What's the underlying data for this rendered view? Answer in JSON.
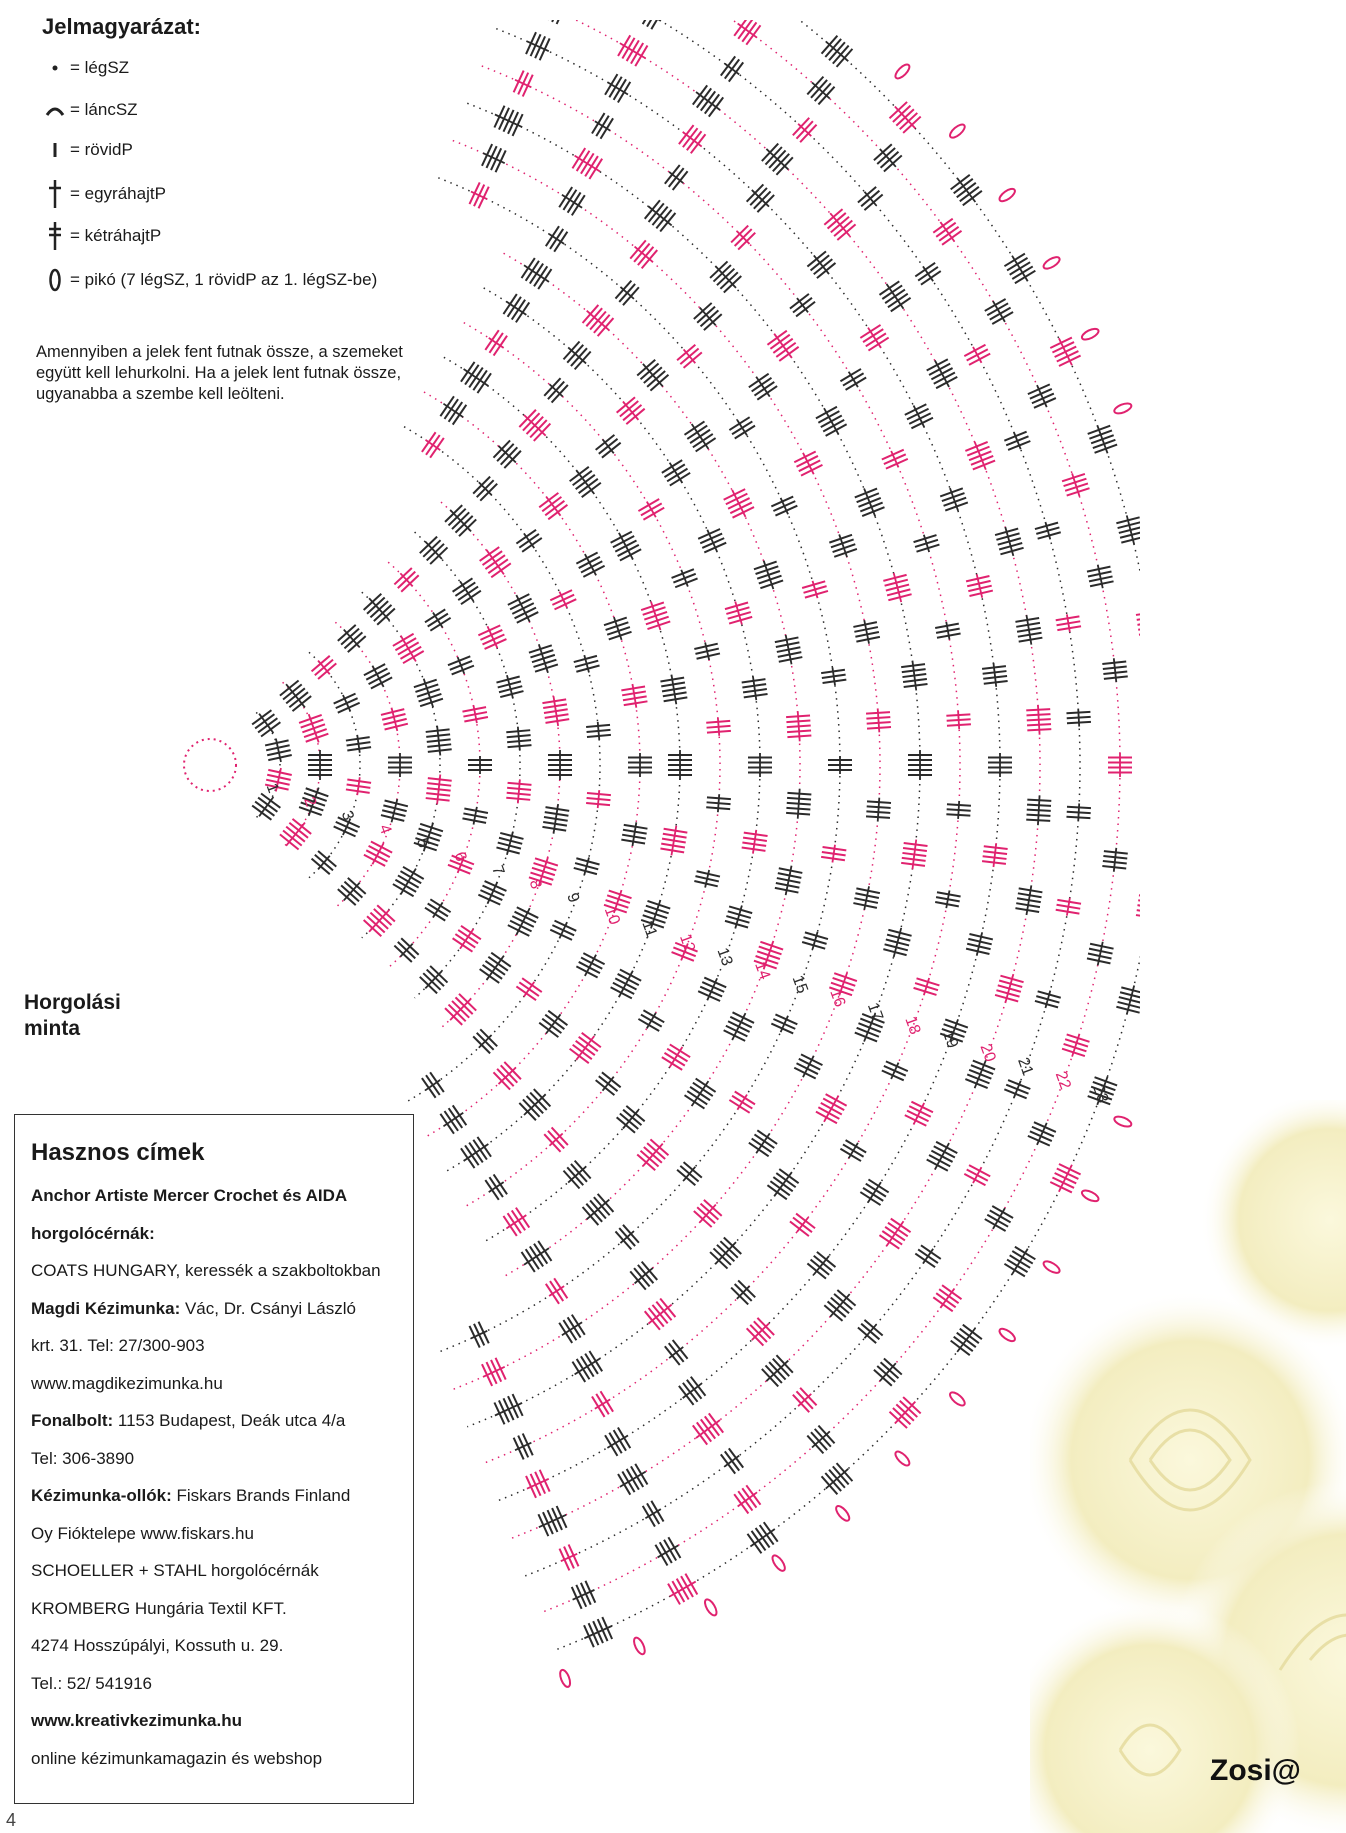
{
  "legend": {
    "title": "Jelmagyarázat:",
    "items": [
      {
        "symbol": "chain-dot-icon",
        "label": "= légSZ"
      },
      {
        "symbol": "chain-arc-icon",
        "label": "= láncSZ"
      },
      {
        "symbol": "short-stitch-icon",
        "label": "= rövidP"
      },
      {
        "symbol": "double-crochet-icon",
        "label": "= egyráhajtP"
      },
      {
        "symbol": "treble-crochet-icon",
        "label": "= kétráhajtP"
      },
      {
        "symbol": "picot-icon",
        "label": "= pikó (7 légSZ, 1 rövidP az 1. légSZ-be)"
      }
    ]
  },
  "note": "Amennyiben a jelek fent futnak össze, a szemeket együtt kell lehurkolni. Ha a jelek lent futnak össze, ugyanabba a szembe kell leölteni.",
  "pattern_title": [
    "Horgolási",
    "minta"
  ],
  "addresses": {
    "heading": "Hasznos címek",
    "lines": [
      {
        "bold": "Anchor Artiste Mercer Crochet és AIDA",
        "text": ""
      },
      {
        "bold": "horgolócérnák:",
        "text": ""
      },
      {
        "bold": "",
        "text": "COATS HUNGARY, keressék a szakboltokban"
      },
      {
        "bold": "Magdi Kézimunka:",
        "text": " Vác, Dr. Csányi László"
      },
      {
        "bold": "",
        "text": "krt. 31. Tel: 27/300-903"
      },
      {
        "bold": "",
        "text": "www.magdikezimunka.hu"
      },
      {
        "bold": "Fonalbolt:",
        "text": " 1153 Budapest, Deák utca 4/a"
      },
      {
        "bold": "",
        "text": "Tel: 306-3890"
      },
      {
        "bold": "Kézimunka-ollók:",
        "text": " Fiskars Brands Finland"
      },
      {
        "bold": "",
        "text": "Oy Fióktelepe   www.fiskars.hu"
      },
      {
        "bold": "",
        "text": "SCHOELLER + STAHL horgolócérnák"
      },
      {
        "bold": "",
        "text": "KROMBERG Hungária Textil KFT."
      },
      {
        "bold": "",
        "text": "4274 Hosszúpályi,  Kossuth u. 29."
      },
      {
        "bold": "",
        "text": "Tel.: 52/ 541916"
      },
      {
        "bold": "www.kreativkezimunka.hu",
        "text": ""
      },
      {
        "bold": "",
        "text": "online kézimunkamagazin és webshop"
      }
    ]
  },
  "round_numbers": [
    "1",
    "2",
    "3",
    "4",
    "5",
    "6",
    "7",
    "8",
    "9",
    "10",
    "11",
    "12",
    "13",
    "14",
    "15",
    "16",
    "17",
    "18",
    "19",
    "20",
    "21",
    "22",
    "23"
  ],
  "signature": "Zosi@",
  "page_number": "4",
  "colors": {
    "ink": "#2b2b2b",
    "accent": "#e0226f",
    "rose": "#f6f1c6"
  }
}
